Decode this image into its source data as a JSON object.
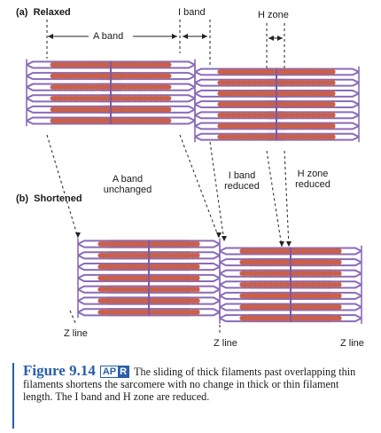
{
  "labels": {
    "relaxed_tag": "(a)",
    "relaxed": "Relaxed",
    "shortened_tag": "(b)",
    "shortened": "Shortened",
    "i_band": "I band",
    "h_zone": "H zone",
    "a_band": "A band",
    "a_band_unchanged_1": "A band",
    "a_band_unchanged_2": "unchanged",
    "i_band_reduced_1": "I band",
    "i_band_reduced_2": "reduced",
    "h_zone_reduced_1": "H zone",
    "h_zone_reduced_2": "reduced",
    "z_line_left": "Z line",
    "z_line_mid": "Z line",
    "z_line_right": "Z line"
  },
  "caption": {
    "figure_number": "Figure 9.14",
    "badge_ap": "AP",
    "badge_r": "R",
    "text": "The sliding of thick filaments past overlapping thin filaments shortens the sarcomere with no change in thick or thin filament length. The I band and H zone are reduced."
  },
  "colors": {
    "thin_filament": "#8a6bb8",
    "thick_filament": "#c9604a",
    "m_line": "#7a5aa8",
    "accent": "#2a5ea8"
  }
}
